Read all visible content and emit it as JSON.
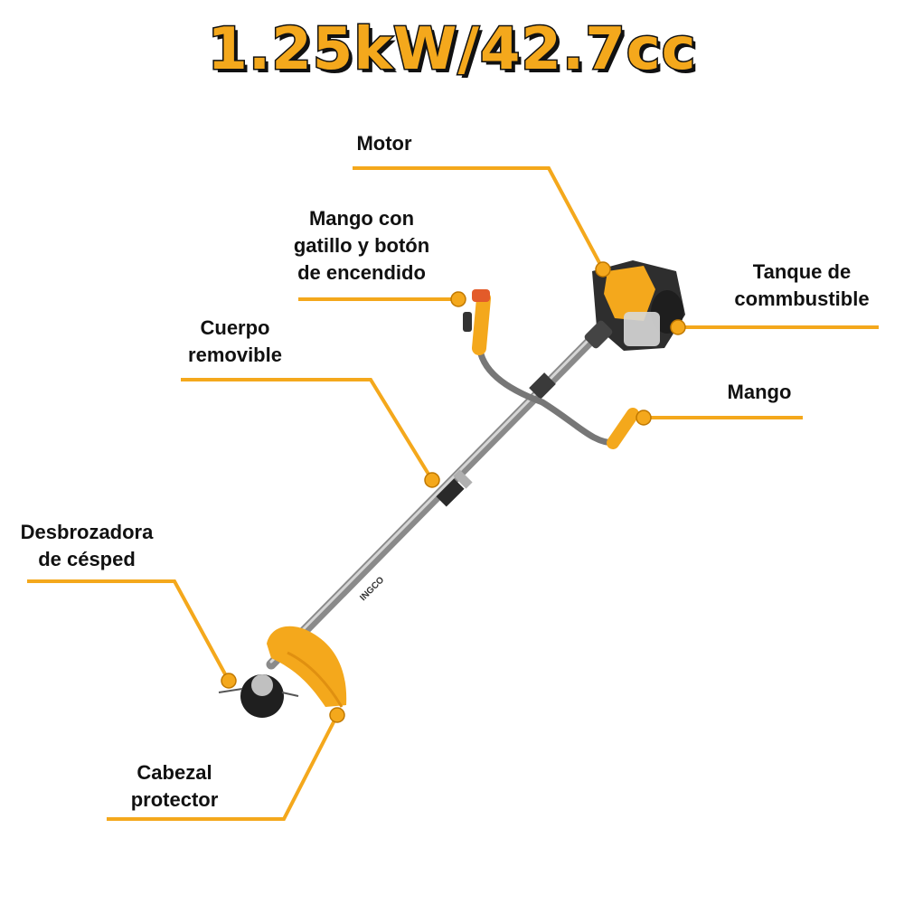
{
  "title": "1.25kW/42.7cc",
  "colors": {
    "accent": "#f4a81c",
    "text": "#111111",
    "shaft": "#9a9a9a",
    "engine": "#2b2b2b"
  },
  "labels": {
    "motor": "Motor",
    "trigger_handle_line1": "Mango con",
    "trigger_handle_line2": "gatillo y botón",
    "trigger_handle_line3": "de encendido",
    "fuel_tank_line1": "Tanque de",
    "fuel_tank_line2": "commbustible",
    "removable_body_line1": "Cuerpo",
    "removable_body_line2": "removible",
    "handle": "Mango",
    "trimmer_line1": "Desbrozadora",
    "trimmer_line2": "de césped",
    "guard_line1": "Cabezal",
    "guard_line2": "protector"
  },
  "shaft_print": "INGCO"
}
